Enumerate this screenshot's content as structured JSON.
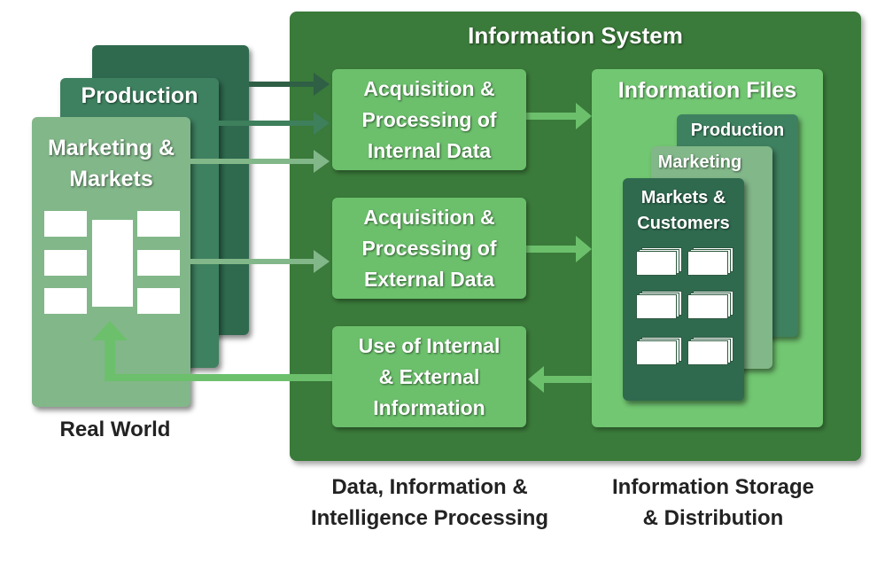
{
  "info_system": {
    "title": "Information System"
  },
  "real_world": {
    "back_card_label": "Production",
    "front_card_label": "Marketing &\nMarkets",
    "caption": "Real World"
  },
  "processing": {
    "internal": "Acquisition &\nProcessing of\nInternal Data",
    "external": "Acquisition &\nProcessing of\nExternal Data",
    "use": "Use of Internal\n& External\nInformation",
    "caption": "Data, Information &\nIntelligence Processing"
  },
  "files": {
    "title": "Information Files",
    "production": "Production",
    "marketing": "Marketing",
    "markets_customers": "Markets &\nCustomers",
    "caption": "Information Storage\n& Distribution"
  },
  "colors": {
    "system_bg": "#3a7a3a",
    "process_box": "#6cc06c",
    "files_panel": "#72c772",
    "card_dark": "#2f6a4f",
    "card_mid": "#3e8160",
    "card_light": "#82b789"
  }
}
